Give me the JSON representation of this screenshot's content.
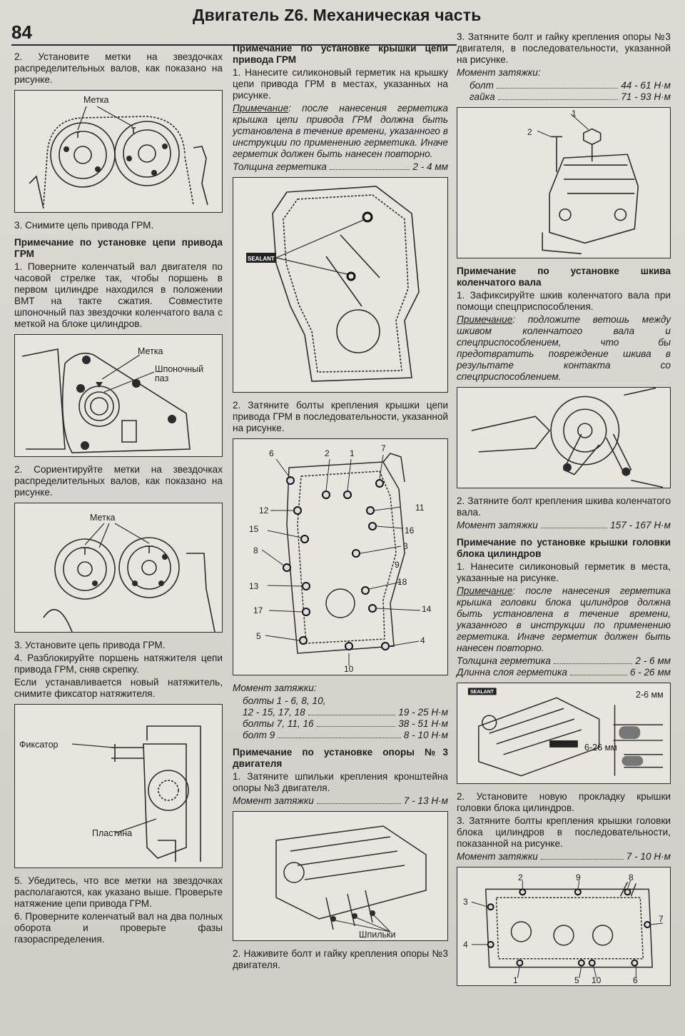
{
  "header": {
    "page_number": "84",
    "title": "Двигатель Z6. Механическая часть"
  },
  "col1": {
    "p1": "2. Установите метки на звездочках распределительных валов, как показано на рисунке.",
    "fig1_label": "Метка",
    "p2": "3. Снимите цепь привода ГРМ.",
    "h1": "Примечание по установке цепи привода ГРМ",
    "p3": "1. Поверните коленчатый вал двигателя по часовой стрелке так, чтобы поршень в первом цилиндре находился в положении ВМТ на такте сжатия. Совместите шпоночный паз звездочки коленчатого вала с меткой на блоке цилиндров.",
    "fig2_label1": "Метка",
    "fig2_label2": "Шпоночный паз",
    "p4": "2. Сориентируйте метки на звездочках распределительных валов, как показано на рисунке.",
    "fig3_label": "Метка",
    "p5": "3. Установите цепь привода ГРМ.",
    "p6": "4. Разблокируйте поршень натяжителя цепи привода ГРМ, сняв скрепку.",
    "p7": "Если устанавливается новый натяжитель, снимите фиксатор натяжителя.",
    "fig4_label1": "Фиксатор",
    "fig4_label2": "Пластина",
    "p8": "5. Убедитесь, что все метки на звездочках располагаются, как указано выше. Проверьте натяжение цепи привода ГРМ.",
    "p9": "6. Проверните коленчатый вал на два полных оборота и проверьте фазы газораспределения."
  },
  "col2": {
    "h1": "Примечание по установке крышки цепи привода ГРМ",
    "p1": "1. Нанесите силиконовый герметик на крышку цепи привода ГРМ в местах, указанных на рисунке.",
    "note_word": "Примечание",
    "note": ": после нанесения герметика крышка цепи привода ГРМ должна быть установлена в течение времени, указанного в инструкции по применению герметика. Иначе герметик должен быть нанесен повторно.",
    "thick_label": "Толщина герметика",
    "thick_value": "2 - 4 мм",
    "sealant": "SEALANT",
    "p2": "2. Затяните болты крепления крышки цепи привода ГРМ в последовательности, указанной на рисунке.",
    "torque_title": "Момент затяжки:",
    "t1_label": "болты 1 - 6, 8, 10,",
    "t1_label2": "12 - 15, 17, 18",
    "t1_value": "19 - 25 Н·м",
    "t2_label": "болты 7, 11, 16",
    "t2_value": "38 - 51 Н·м",
    "t3_label": "болт 9",
    "t3_value": "8 - 10 Н·м",
    "h2": "Примечание по установке опоры №3 двигателя",
    "p3": "1. Затяните шпильки крепления кронштейна опоры №3 двигателя.",
    "torque_label": "Момент затяжки",
    "torque_value": "7 - 13 Н·м",
    "fig_label": "Шпильки",
    "p4": "2. Наживите болт и гайку крепления опоры №3 двигателя."
  },
  "col3": {
    "p1": "3. Затяните болт и гайку крепления опоры №3 двигателя, в последовательности, указанной на рисунке.",
    "torque_title": "Момент затяжки:",
    "t1_label": "болт",
    "t1_value": "44 - 61 Н·м",
    "t2_label": "гайка",
    "t2_value": "71 - 93 Н·м",
    "h1": "Примечание по установке шкива коленчатого вала",
    "p2": "1. Зафиксируйте шкив коленчатого вала при помощи спецприспособления.",
    "note_word": "Примечание",
    "note": ": подложите ветошь между шкивом коленчатого вала и спецприспособлением, что бы предотвратить повреждение шкива в результате контакта со спецприспособлением.",
    "p3": "2. Затяните болт крепления шкива коленчатого вала.",
    "torque_label": "Момент затяжки",
    "torque_value": "157 - 167 Н·м",
    "h2": "Примечание по установке крышки головки блока цилиндров",
    "p4": "1. Нанесите силиконовый герметик в места, указанные на рисунке.",
    "note2_word": "Примечание",
    "note2": ": после нанесения герметика крышка головки блока цилиндров должна быть установлена в течение времени, указанного в инструкции по применению герметика. Иначе герметик должен быть нанесен повторно.",
    "thick_label": "Толщина герметика",
    "thick_value": "2 - 6 мм",
    "len_label": "Длинна слоя герметика",
    "len_value": "6 - 26 мм",
    "dim1": "2-6 мм",
    "dim2": "6-26 мм",
    "sealant": "SEALANT",
    "p5": "2. Установите новую прокладку крышки головки блока цилиндров.",
    "p6": "3. Затяните болты крепления крышки головки блока цилиндров в последовательности, показанной на рисунке.",
    "torque2_label": "Момент затяжки",
    "torque2_value": "7 - 10 Н·м"
  }
}
